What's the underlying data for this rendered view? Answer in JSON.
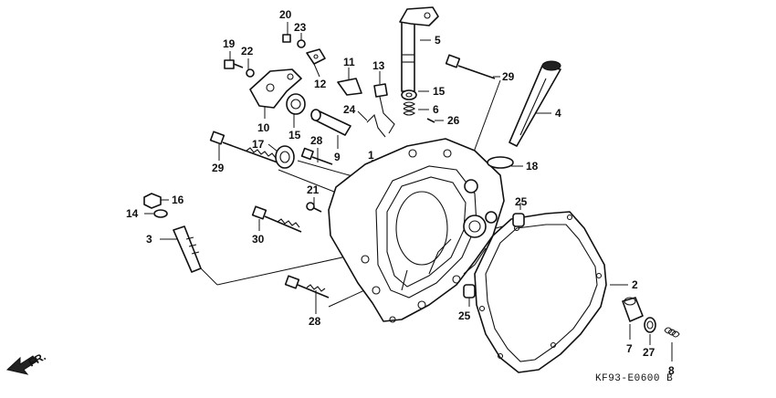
{
  "diagram": {
    "code": "KF93-E0600 B",
    "direction_label": "FR.",
    "callouts": [
      {
        "id": "n1",
        "text": "1"
      },
      {
        "id": "n2",
        "text": "2"
      },
      {
        "id": "n3",
        "text": "3"
      },
      {
        "id": "n4",
        "text": "4"
      },
      {
        "id": "n5",
        "text": "5"
      },
      {
        "id": "n6",
        "text": "6"
      },
      {
        "id": "n7",
        "text": "7"
      },
      {
        "id": "n8",
        "text": "8"
      },
      {
        "id": "n9",
        "text": "9"
      },
      {
        "id": "n10",
        "text": "10"
      },
      {
        "id": "n11",
        "text": "11"
      },
      {
        "id": "n12",
        "text": "12"
      },
      {
        "id": "n13",
        "text": "13"
      },
      {
        "id": "n14",
        "text": "14"
      },
      {
        "id": "n15a",
        "text": "15"
      },
      {
        "id": "n15b",
        "text": "15"
      },
      {
        "id": "n16",
        "text": "16"
      },
      {
        "id": "n17",
        "text": "17"
      },
      {
        "id": "n18",
        "text": "18"
      },
      {
        "id": "n19",
        "text": "19"
      },
      {
        "id": "n20",
        "text": "20"
      },
      {
        "id": "n21",
        "text": "21"
      },
      {
        "id": "n22",
        "text": "22"
      },
      {
        "id": "n23",
        "text": "23"
      },
      {
        "id": "n24",
        "text": "24"
      },
      {
        "id": "n25a",
        "text": "25"
      },
      {
        "id": "n25b",
        "text": "25"
      },
      {
        "id": "n26",
        "text": "26"
      },
      {
        "id": "n27",
        "text": "27"
      },
      {
        "id": "n28a",
        "text": "28"
      },
      {
        "id": "n28b",
        "text": "28"
      },
      {
        "id": "n29a",
        "text": "29"
      },
      {
        "id": "n29b",
        "text": "29"
      },
      {
        "id": "n30",
        "text": "30"
      }
    ]
  }
}
